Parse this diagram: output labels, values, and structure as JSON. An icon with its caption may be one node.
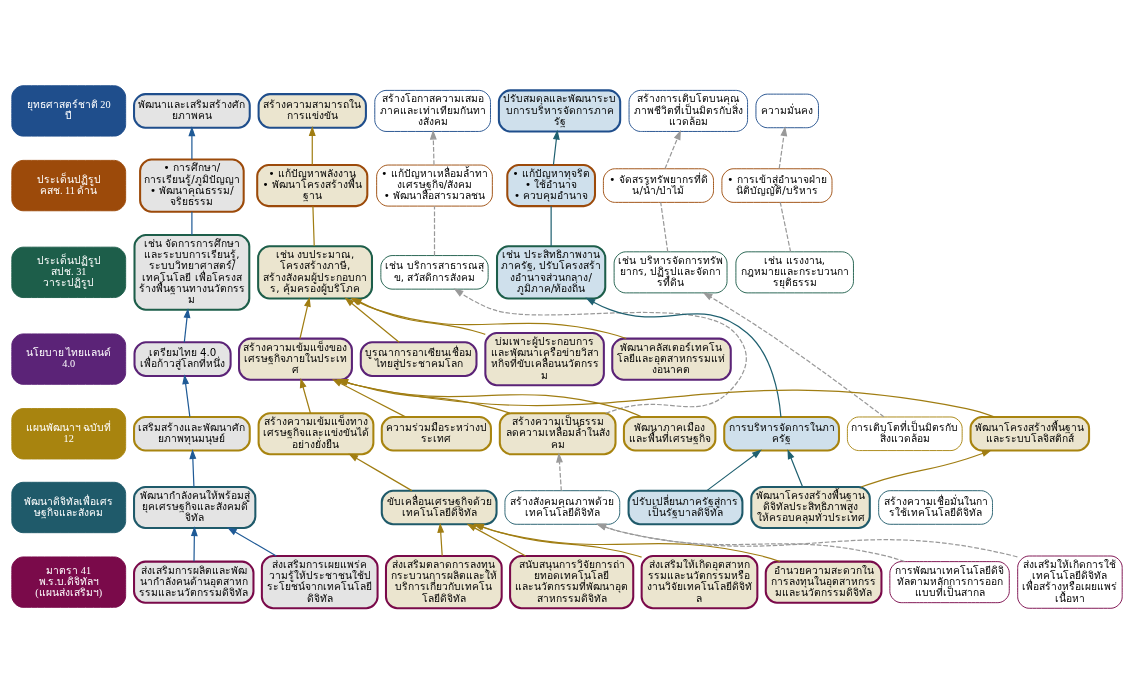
{
  "diagram": {
    "nodes": [
      {
        "text": [
          "ยุทธศาสตร์ชาติ 20 ปี"
        ]
      },
      {
        "text": [
          "พัฒนาและเสริมสร้างศักยภาพคน"
        ]
      },
      {
        "text": [
          "สร้างความสามารถในการแข่งขัน"
        ]
      },
      {
        "text": [
          "สร้างโอกาสความเสมอภาคและเท่าเทียมกันทางสังคม"
        ]
      },
      {
        "text": [
          "ปรับสมดุลและพัฒนาระบบการบริหารจัดการภาครัฐ"
        ]
      },
      {
        "text": [
          "สร้างการเติบโตบนคุณภาพชีวิตที่เป็นมิตรกับสิ่งแวดล้อม"
        ]
      },
      {
        "text": [
          "ความมั่นคง"
        ]
      },
      {
        "text": [
          "ประเด็นปฏิรูป คสช. 11 ด้าน"
        ]
      },
      {
        "text": [
          "• การศึกษา/การเรียนรู้/ภูมิปัญญา",
          "• พัฒนาคุณธรรม/จริยธรรม"
        ]
      },
      {
        "text": [
          "• แก้ปัญหาพลังงาน",
          "• พัฒนาโครงสร้างพื้นฐาน"
        ]
      },
      {
        "text": [
          "• แก้ปัญหาเหลื่อมล้ำทางเศรษฐกิจ/สังคม",
          "• พัฒนาสื่อสารมวลชน"
        ]
      },
      {
        "text": [
          "• แก้ปัญหาทุจริต",
          "• ใช้อำนาจ",
          "• ควบคุมอำนาจ"
        ]
      },
      {
        "text": [
          "• จัดสรรทรัพยากรที่ดิน/น้ำ/ป่าไม้"
        ]
      },
      {
        "text": [
          "• การเข้าสู่อำนาจฝ่ายนิติบัญญัติ/บริหาร"
        ]
      },
      {
        "text": [
          "ประเด็นปฏิรูป สปช. 31 วาระปฏิรูป"
        ]
      },
      {
        "text": [
          "เช่น จัดการการศึกษาและระบบการเรียนรู้, ระบบวิทยาศาสตร์/เทคโนโลยี เพื่อโครงสร้างพื้นฐานทางนวัตกรรม"
        ]
      },
      {
        "text": [
          "เช่น งบประมาณ, โครงสร้างภาษี, สร้างสังคมผู้ประกอบการ, คุ้มครองผู้บริโภค"
        ]
      },
      {
        "text": [
          "เช่น บริการสาธารณสุข, สวัสดิการสังคม"
        ]
      },
      {
        "text": [
          "เช่น ประสิทธิภาพงานภาครัฐ, ปรับโครงสร้างอำนาจส่วนกลาง/ภูมิภาค/ท้องถิ่น"
        ]
      },
      {
        "text": [
          "เช่น บริหารจัดการทรัพยากร, ปฏิรูปและจัดการที่ดิน"
        ]
      },
      {
        "text": [
          "เช่น แรงงาน, กฎหมายและกระบวนการยุติธรรม"
        ]
      },
      {
        "text": [
          "นโยบาย ไทยแลนด์ 4.0"
        ]
      },
      {
        "text": [
          "เตรียมไทย 4.0 เพื่อก้าวสู่โลกที่หนึ่ง"
        ]
      },
      {
        "text": [
          "สร้างความเข้มแข็งของเศรษฐกิจภายในประเทศ"
        ]
      },
      {
        "text": [
          "บูรณาการอาเซียนเชื่อมไทยสู่ประชาคมโลก"
        ]
      },
      {
        "text": [
          "บ่มเพาะผู้ประกอบการและพัฒนาเครือข่ายวิสาหกิจที่ขับเคลื่อนนวัตกรรม"
        ]
      },
      {
        "text": [
          "พัฒนาคลัสเตอร์เทคโนโลยีและอุตสาหกรรมแห่งอนาคต"
        ]
      },
      {
        "text": [
          "แผนพัฒนาฯ ฉบับที่ 12"
        ]
      },
      {
        "text": [
          "เสริมสร้างและพัฒนาศักยภาพทุนมนุษย์"
        ]
      },
      {
        "text": [
          "สร้างความเข้มแข็งทางเศรษฐกิจและแข่งขันได้อย่างยั่งยืน"
        ]
      },
      {
        "text": [
          "ความร่วมมือระหว่างประเทศ"
        ]
      },
      {
        "text": [
          "สร้างความเป็นธรรม ลดความเหลื่อมล้ำในสังคม"
        ]
      },
      {
        "text": [
          "พัฒนาภาคเมือง และพื้นที่เศรษฐกิจ"
        ]
      },
      {
        "text": [
          "การบริหารจัดการในภาครัฐ"
        ]
      },
      {
        "text": [
          "การเติบโตที่เป็นมิตรกับสิ่งแวดล้อม"
        ]
      },
      {
        "text": [
          "พัฒนาโครงสร้างพื้นฐานและระบบโลจิสติกส์"
        ]
      },
      {
        "text": [
          "พัฒนาดิจิทัลเพื่อเศรษฐกิจและสังคม"
        ]
      },
      {
        "text": [
          "พัฒนากำลังคนให้พร้อมสู่ยุคเศรษฐกิจและสังคมดิจิทัล"
        ]
      },
      {
        "text": [
          "ขับเคลื่อนเศรษฐกิจด้วยเทคโนโลยีดิจิทัล"
        ]
      },
      {
        "text": [
          "สร้างสังคมคุณภาพด้วยเทคโนโลยีดิจิทัล"
        ]
      },
      {
        "text": [
          "ปรับเปลี่ยนภาครัฐสู่การเป็นรัฐบาลดิจิทัล"
        ]
      },
      {
        "text": [
          "พัฒนาโครงสร้างพื้นฐานดิจิทัลประสิทธิภาพสูง ให้ครอบคลุมทั่วประเทศ"
        ]
      },
      {
        "text": [
          "สร้างความเชื่อมั่นในการใช้เทคโนโลยีดิจิทัล"
        ]
      },
      {
        "text": [
          "มาตรา 41 พ.ร.บ.ดิจิทัลฯ (แผนส่งเสริมฯ)"
        ]
      },
      {
        "text": [
          "ส่งเสริมการผลิตและพัฒนากำลังคนด้านอุตสาหกรรมและนวัตกรรมดิจิทัล"
        ]
      },
      {
        "text": [
          "ส่งเสริมการเผยแพร่ความรู้ให้ประชาชนใช้ประโยชน์จากเทคโนโลยีดิจิทัล"
        ]
      },
      {
        "text": [
          "ส่งเสริมตลาดการลงทุนกระบวนการผลิตและให้บริการเกี่ยวกับเทคโนโลยีดิจิทัล"
        ]
      },
      {
        "text": [
          "สนับสนุนการวิจัยการถ่ายทอดเทคโนโลยี และนวัตกรรมที่พัฒนาอุตสาหกรรมดิจิทัล"
        ]
      },
      {
        "text": [
          "ส่งเสริมให้เกิดอุตสาหกรรมและนวัตกรรมหรืองานวิจัยเทคโนโลยีดิจิทัล"
        ]
      },
      {
        "text": [
          "อำนวยความสะดวกในการลงทุนในอุตสาหกรรมและนวัตกรรมดิจิทัล"
        ]
      },
      {
        "text": [
          "การพัฒนาเทคโนโลยีดิจิทัลตามหลักการการออกแบบที่เป็นสากล"
        ]
      },
      {
        "text": [
          "ส่งเสริมให้เกิดการใช้เทคโนโลยีดิจิทัล เพื่อสร้างหรือเผยแพร่เนื้อหา"
        ]
      }
    ],
    "edges": [
      {
        "from": 8,
        "to": 1,
        "arrow": "to",
        "color": "#1f5a96"
      },
      {
        "from": 15,
        "to": 8,
        "arrow": "none",
        "color": "#1f5a96"
      },
      {
        "from": 22,
        "to": 15,
        "arrow": "to",
        "color": "#1f5a96"
      },
      {
        "from": 28,
        "to": 22,
        "arrow": "to",
        "color": "#1f5a96"
      },
      {
        "from": 37,
        "to": 28,
        "arrow": "to",
        "color": "#1f5a96"
      },
      {
        "from": 44,
        "to": 37,
        "arrow": "to",
        "color": "#1f5a96"
      },
      {
        "from": 45,
        "to": 37,
        "arrow": "to",
        "color": "#1f5a96"
      },
      {
        "from": 9,
        "to": 2,
        "arrow": "to"
      },
      {
        "from": 16,
        "to": 9,
        "arrow": "none"
      },
      {
        "from": 23,
        "to": 16,
        "arrow": "to"
      },
      {
        "from": 24,
        "to": 16,
        "arrow": "to"
      },
      {
        "from": 25,
        "to": 16,
        "arrow": "to"
      },
      {
        "from": 26,
        "to": 16,
        "arrow": "to"
      },
      {
        "from": 29,
        "to": 23,
        "arrow": "to"
      },
      {
        "from": 30,
        "to": 23,
        "arrow": "to"
      },
      {
        "from": 31,
        "to": 23,
        "arrow": "to"
      },
      {
        "from": 32,
        "to": 23,
        "arrow": "to"
      },
      {
        "from": 35,
        "to": 23,
        "arrow": "to"
      },
      {
        "from": 38,
        "to": 29,
        "arrow": "to"
      },
      {
        "from": 41,
        "to": 35,
        "arrow": "to"
      },
      {
        "from": 46,
        "to": 38,
        "arrow": "to"
      },
      {
        "from": 47,
        "to": 38,
        "arrow": "to"
      },
      {
        "from": 48,
        "to": 38,
        "arrow": "to"
      },
      {
        "from": 49,
        "to": 38,
        "arrow": "to"
      },
      {
        "from": 11,
        "to": 4,
        "arrow": "to",
        "color": "#1f6070"
      },
      {
        "from": 18,
        "to": 11,
        "arrow": "none",
        "color": "#1f6070"
      },
      {
        "from": 33,
        "to": 18,
        "arrow": "to",
        "color": "#1f6070"
      },
      {
        "from": 40,
        "to": 33,
        "arrow": "to",
        "color": "#1f6070"
      },
      {
        "from": 41,
        "to": 33,
        "arrow": "to",
        "color": "#1f6070"
      },
      {
        "from": 10,
        "to": 3,
        "arrow": "to",
        "style": "dashed",
        "color": "#999999"
      },
      {
        "from": 17,
        "to": 10,
        "arrow": "none",
        "style": "dashed",
        "color": "#999999"
      },
      {
        "from": 31,
        "to": 17,
        "arrow": "to",
        "style": "dashed",
        "color": "#999999"
      },
      {
        "from": 39,
        "to": 31,
        "arrow": "to",
        "style": "dashed",
        "color": "#999999"
      },
      {
        "from": 50,
        "to": 39,
        "arrow": "to",
        "style": "dashed",
        "color": "#999999"
      },
      {
        "from": 51,
        "to": 39,
        "arrow": "to",
        "style": "dashed",
        "color": "#999999"
      },
      {
        "from": 12,
        "to": 5,
        "arrow": "to",
        "style": "dashed",
        "color": "#999999"
      },
      {
        "from": 19,
        "to": 12,
        "arrow": "none",
        "style": "dashed",
        "color": "#999999"
      },
      {
        "from": 34,
        "to": 19,
        "arrow": "to",
        "style": "dashed",
        "color": "#999999"
      },
      {
        "from": 13,
        "to": 6,
        "arrow": "to",
        "style": "dashed",
        "color": "#999999"
      },
      {
        "from": 20,
        "to": 13,
        "arrow": "none",
        "style": "dashed",
        "color": "#999999"
      }
    ]
  }
}
